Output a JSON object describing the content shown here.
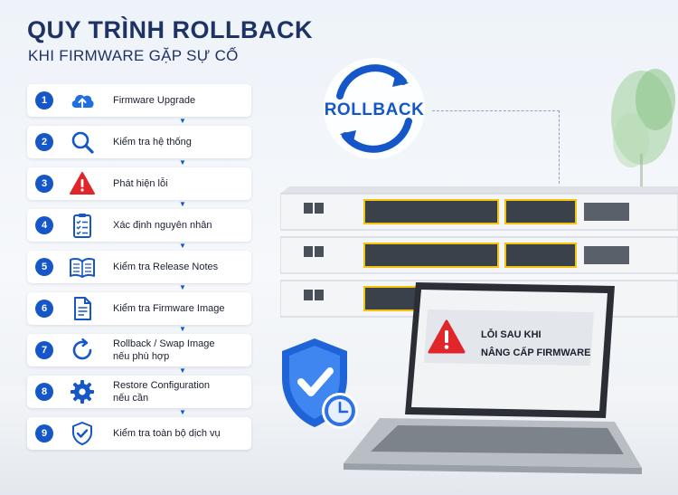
{
  "header": {
    "title": "QUY TRÌNH ROLLBACK",
    "subtitle": "KHI FIRMWARE GẶP SỰ CỐ"
  },
  "badge": {
    "label": "ROLLBACK"
  },
  "laptop_screen": {
    "line1": "LỖI SAU KHI",
    "line2": "NÂNG CẤP FIRMWARE"
  },
  "steps": [
    {
      "number": "1",
      "label": "Firmware Upgrade",
      "icon": "cloud-upload-icon"
    },
    {
      "number": "2",
      "label": "Kiểm tra hệ thống",
      "icon": "magnifier-icon"
    },
    {
      "number": "3",
      "label": "Phát hiện lỗi",
      "icon": "warning-icon"
    },
    {
      "number": "4",
      "label": "Xác định nguyên nhân",
      "icon": "clipboard-checklist-icon"
    },
    {
      "number": "5",
      "label": "Kiểm tra Release Notes",
      "icon": "open-book-icon"
    },
    {
      "number": "6",
      "label": "Kiểm tra Firmware Image",
      "icon": "document-icon"
    },
    {
      "number": "7",
      "label_line1": "Rollback / Swap Image",
      "label_line2": "nếu phù hợp",
      "icon": "circular-arrow-icon"
    },
    {
      "number": "8",
      "label_line1": "Restore Configuration",
      "label_line2": "nếu cần",
      "icon": "gear-icon"
    },
    {
      "number": "9",
      "label": "Kiểm tra toàn bộ dịch vụ",
      "icon": "shield-check-icon"
    }
  ],
  "colors": {
    "accent": "#1556c9",
    "title": "#1e3263",
    "alert": "#e0262b"
  }
}
